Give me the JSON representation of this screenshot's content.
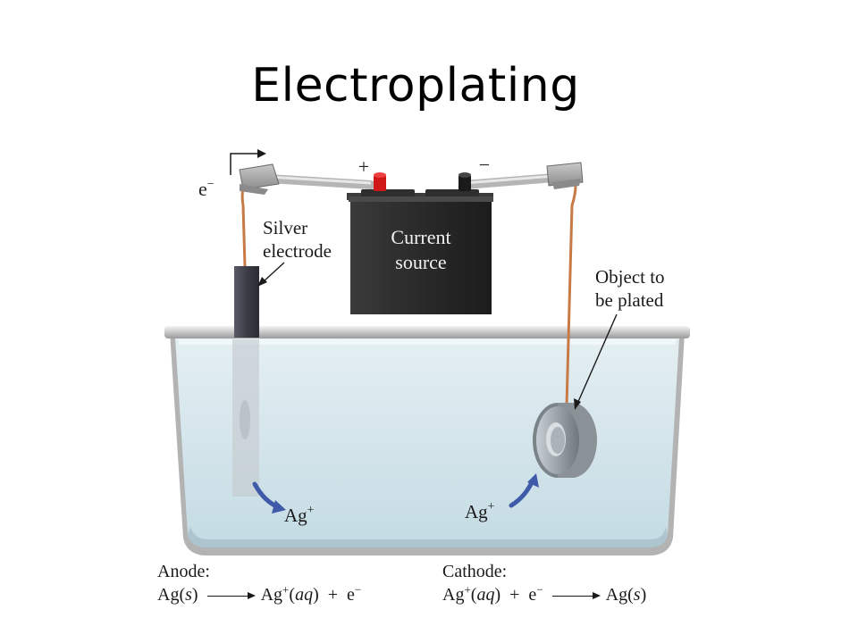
{
  "title": "Electroplating",
  "labels": {
    "electron": "e",
    "electron_sup": "−",
    "silver_electrode_line1": "Silver",
    "silver_electrode_line2": "electrode",
    "current_source_line1": "Current",
    "current_source_line2": "source",
    "plus": "+",
    "minus": "−",
    "object_line1": "Object to",
    "object_line2": "be plated",
    "ag_ion_left": "Ag",
    "ag_ion_left_sup": "+",
    "ag_ion_right": "Ag",
    "ag_ion_right_sup": "+"
  },
  "anode": {
    "heading": "Anode:",
    "reactant": "Ag",
    "reactant_state": "s",
    "product": "Ag",
    "product_sup": "+",
    "product_state": "aq",
    "plus": "+",
    "electron": "e",
    "electron_sup": "−"
  },
  "cathode": {
    "heading": "Cathode:",
    "reactant": "Ag",
    "reactant_sup": "+",
    "reactant_state": "aq",
    "plus": "+",
    "electron": "e",
    "electron_sup": "−",
    "product": "Ag",
    "product_state": "s"
  },
  "colors": {
    "solution": "#cfe3ea",
    "battery": "#2b2b2b",
    "positive_terminal": "#d01818",
    "wire": "#c77a45",
    "arrow": "#3e5aa8"
  }
}
